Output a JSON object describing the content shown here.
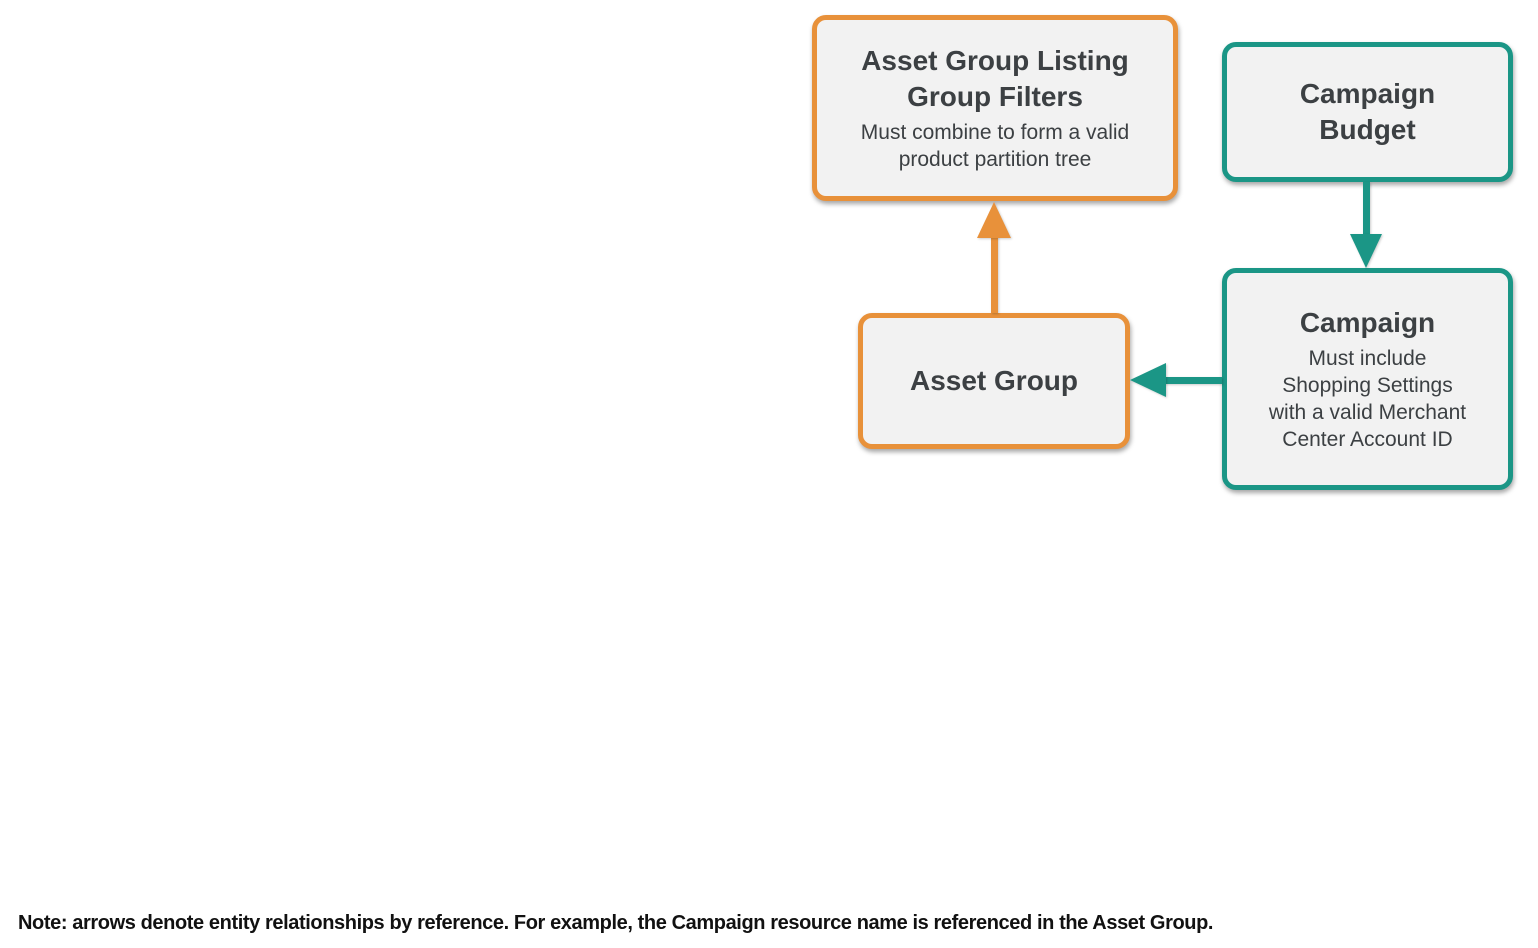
{
  "diagram": {
    "nodes": [
      {
        "id": "asset-group-listing-group-filters",
        "title": "Asset Group Listing\nGroup Filters",
        "subtitle": "Must combine to form a valid\nproduct partition tree",
        "accent_color": "#E8913A"
      },
      {
        "id": "campaign-budget",
        "title": "Campaign\nBudget",
        "subtitle": "",
        "accent_color": "#1B9686"
      },
      {
        "id": "asset-group",
        "title": "Asset Group",
        "subtitle": "",
        "accent_color": "#E8913A"
      },
      {
        "id": "campaign",
        "title": "Campaign",
        "subtitle": "Must include\nShopping Settings\nwith a valid Merchant\nCenter Account ID",
        "accent_color": "#1B9686"
      }
    ],
    "edges": [
      {
        "tail": "asset-group",
        "head": "asset-group-listing-group-filters",
        "direction": "up",
        "color": "#E8913A"
      },
      {
        "tail": "campaign-budget",
        "head": "campaign",
        "direction": "down",
        "color": "#1B9686"
      },
      {
        "tail": "campaign",
        "head": "asset-group",
        "direction": "left",
        "color": "#1B9686"
      }
    ],
    "note": "Note: arrows denote entity relationships by reference. For example, the Campaign resource name is referenced in the Asset Group."
  },
  "colors": {
    "orange_accent": "#E8913A",
    "teal_accent": "#1B9686",
    "node_fill": "#F2F2F2",
    "title_text": "#3C4043",
    "note_text": "#111111",
    "background": "#FFFFFF"
  }
}
